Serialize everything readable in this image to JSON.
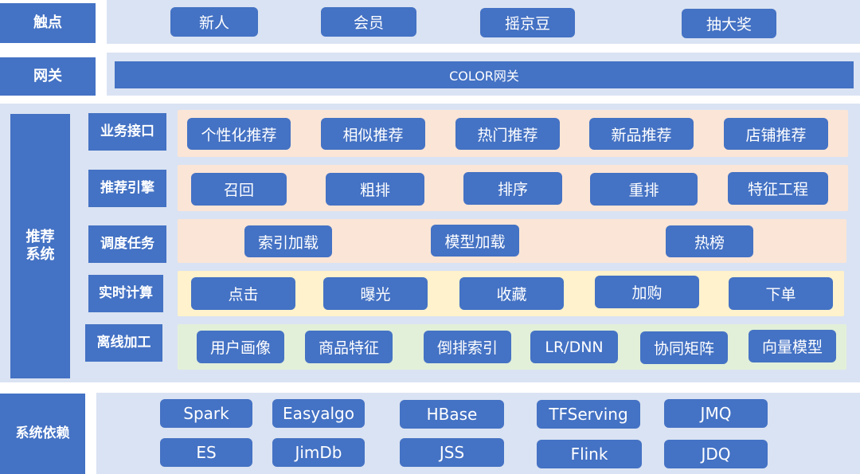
{
  "touchpoints": {
    "label": "触点",
    "items": [
      "新人",
      "会员",
      "摇京豆",
      "抽大奖"
    ]
  },
  "gateway": {
    "label": "网关",
    "bar": "COLOR网关"
  },
  "recsys": {
    "label_line1": "推荐",
    "label_line2": "系统",
    "rows": [
      {
        "label": "业务接口",
        "items": [
          "个性化推荐",
          "相似推荐",
          "热门推荐",
          "新品推荐",
          "店铺推荐"
        ]
      },
      {
        "label": "推荐引擎",
        "items": [
          "召回",
          "粗排",
          "排序",
          "重排",
          "特征工程"
        ]
      },
      {
        "label": "调度任务",
        "items": [
          "索引加载",
          "模型加载",
          "热榜"
        ]
      },
      {
        "label": "实时计算",
        "items": [
          "点击",
          "曝光",
          "收藏",
          "加购",
          "下单"
        ]
      },
      {
        "label": "离线加工",
        "items": [
          "用户画像",
          "商品特征",
          "倒排索引",
          "LR/DNN",
          "协同矩阵",
          "向量模型"
        ]
      }
    ]
  },
  "deps": {
    "label": "系统依赖",
    "row1": [
      "Spark",
      "Easyalgo",
      "HBase",
      "TFServing",
      "JMQ"
    ],
    "row2": [
      "ES",
      "JimDb",
      "JSS",
      "Flink",
      "JDQ"
    ]
  },
  "colors": {
    "block_blue": "#4472c4",
    "panel_blue": "#dae3f3",
    "strip_peach": "#fbe5d6",
    "strip_yellow": "#fff2cc",
    "strip_green": "#e2f0d9"
  }
}
